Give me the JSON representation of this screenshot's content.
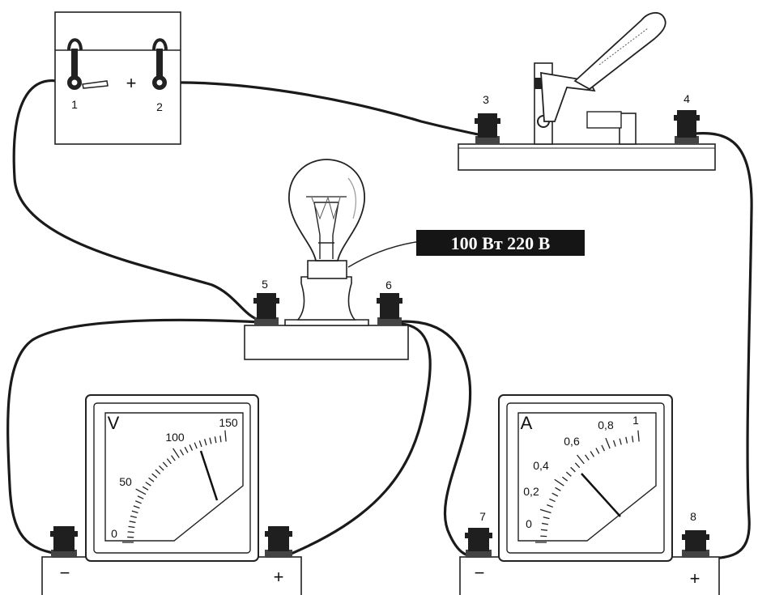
{
  "terminals": [
    "1",
    "2",
    "3",
    "4",
    "5",
    "6",
    "7",
    "8"
  ],
  "source": {
    "plus_symbol": "+"
  },
  "lamp": {
    "rating_label": "100 Вт 220 В"
  },
  "voltmeter": {
    "unit": "V",
    "scale_labels": [
      "0",
      "50",
      "100",
      "150"
    ],
    "minus_symbol": "−",
    "plus_symbol": "+"
  },
  "ammeter": {
    "unit": "A",
    "scale_labels": [
      "0",
      "0,2",
      "0,4",
      "0,6",
      "0,8",
      "1"
    ],
    "minus_symbol": "−",
    "plus_symbol": "+"
  }
}
